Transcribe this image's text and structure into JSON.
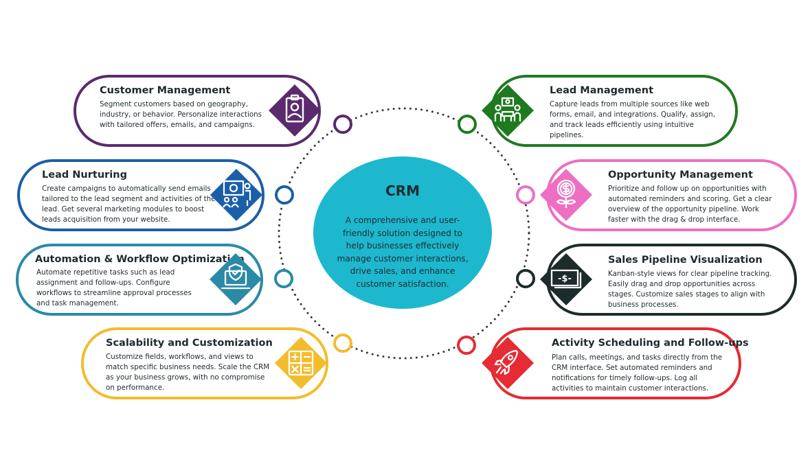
{
  "center": {
    "title": "CRM",
    "description": "A comprehensive and user-friendly solution designed to help businesses effectively manage customer interactions, drive sales, and enhance customer satisfaction.",
    "color": "#1db8ce"
  },
  "left_cards": [
    {
      "title": "Customer Management",
      "icon": "clipboard-user-icon",
      "color": "#5b2a6e",
      "description": "Segment customers based on geography, industry, or behavior. Personalize interactions with tailored offers, emails, and campaigns."
    },
    {
      "title": "Lead Nurturing",
      "icon": "presentation-icon",
      "color": "#1b5fa8",
      "description": "Create campaigns to automatically send emails tailored to the lead segment and activities of the lead. Get several marketing modules to boost leads acquisition from your website."
    },
    {
      "title": "Automation & Workflow Optimization",
      "icon": "laptop-shield-check-icon",
      "color": "#2b8aa8",
      "description": "Automate repetitive tasks such as lead assignment and follow-ups. Configure workflows to streamline approval processes and task management."
    },
    {
      "title": "Scalability and Customization",
      "icon": "calculator-icon",
      "color": "#f2bc2c",
      "description": "Customize fields, workflows, and views to match specific business needs. Scale the CRM as your business grows, with no compromise on performance."
    }
  ],
  "right_cards": [
    {
      "title": "Lead Management",
      "icon": "meeting-icon",
      "color": "#1f7a1f",
      "description": "Capture leads from multiple sources like web forms, email, and integrations. Qualify, assign, and track leads efficiently using intuitive pipelines."
    },
    {
      "title": "Opportunity Management",
      "icon": "money-plant-icon",
      "color": "#ec6fc4",
      "description": "Prioritize and follow up on opportunities with automated reminders and scoring. Get a clear overview of the opportunity pipeline. Work faster with the drag & drop interface."
    },
    {
      "title": "Sales Pipeline Visualization",
      "icon": "banknote-icon",
      "color": "#1e2b2b",
      "description": "Kanban-style views for clear pipeline tracking. Easily drag and drop opportunities across stages. Customize sales stages to align with business processes."
    },
    {
      "title": "Activity Scheduling and Follow-ups",
      "icon": "rocket-icon",
      "color": "#e52b33",
      "description": "Plan calls, meetings, and tasks directly from the CRM interface. Set automated reminders and notifications for timely follow-ups. Log all activities to maintain customer interactions."
    }
  ]
}
